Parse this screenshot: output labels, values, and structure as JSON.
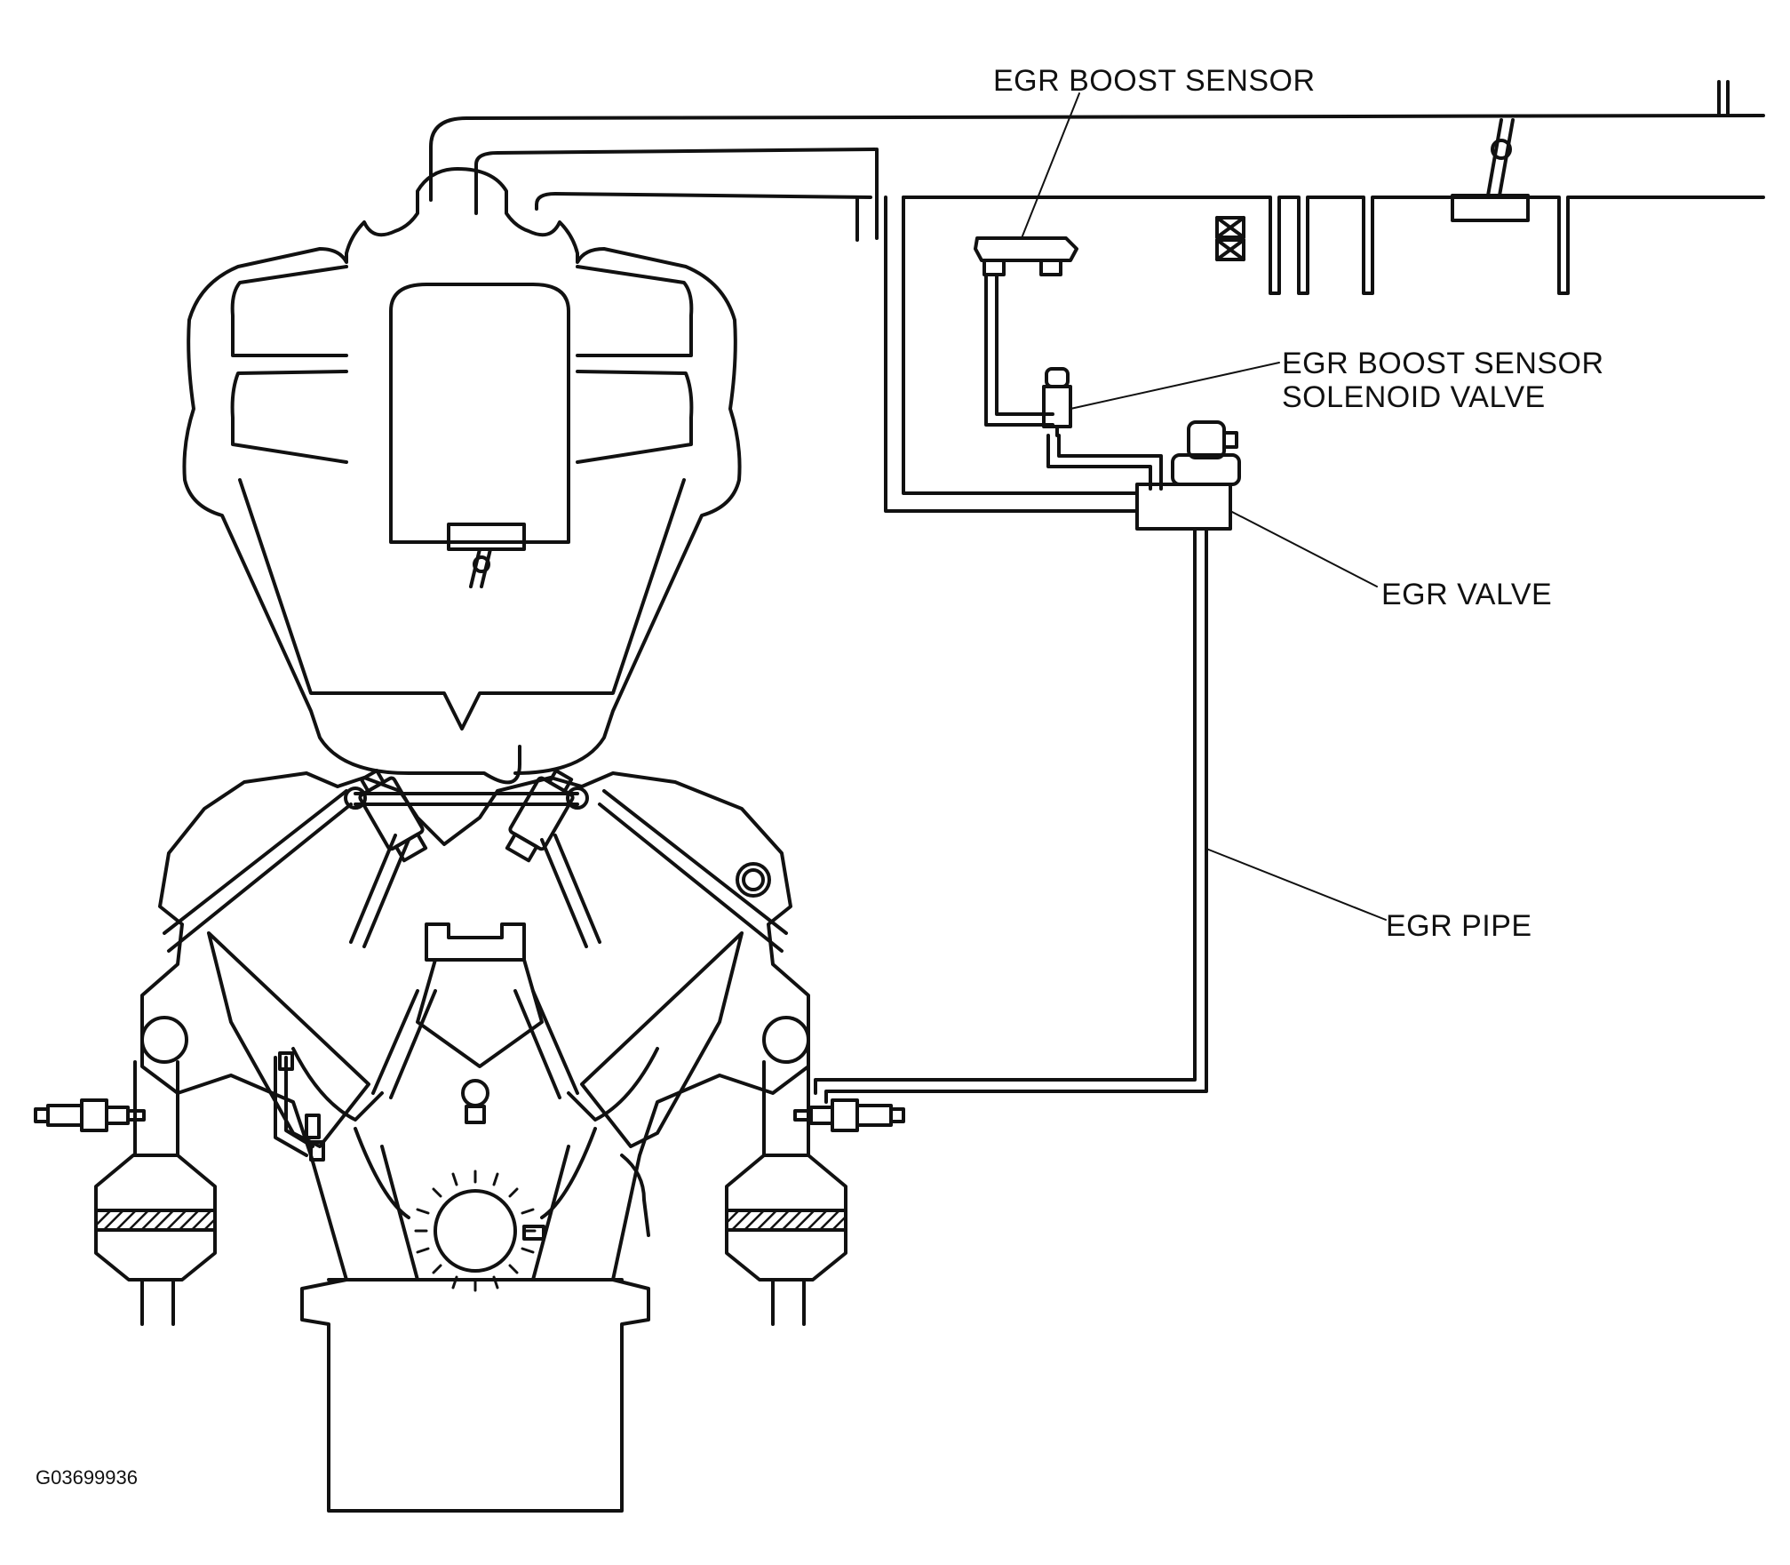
{
  "labels": {
    "egr_boost_sensor": "EGR BOOST SENSOR",
    "solenoid_line1": "EGR BOOST SENSOR",
    "solenoid_line2": "SOLENOID VALVE",
    "egr_valve": "EGR VALVE",
    "egr_pipe": "EGR PIPE"
  },
  "figure_code": "G03699936",
  "colors": {
    "line": "#111111",
    "background": "#ffffff"
  }
}
